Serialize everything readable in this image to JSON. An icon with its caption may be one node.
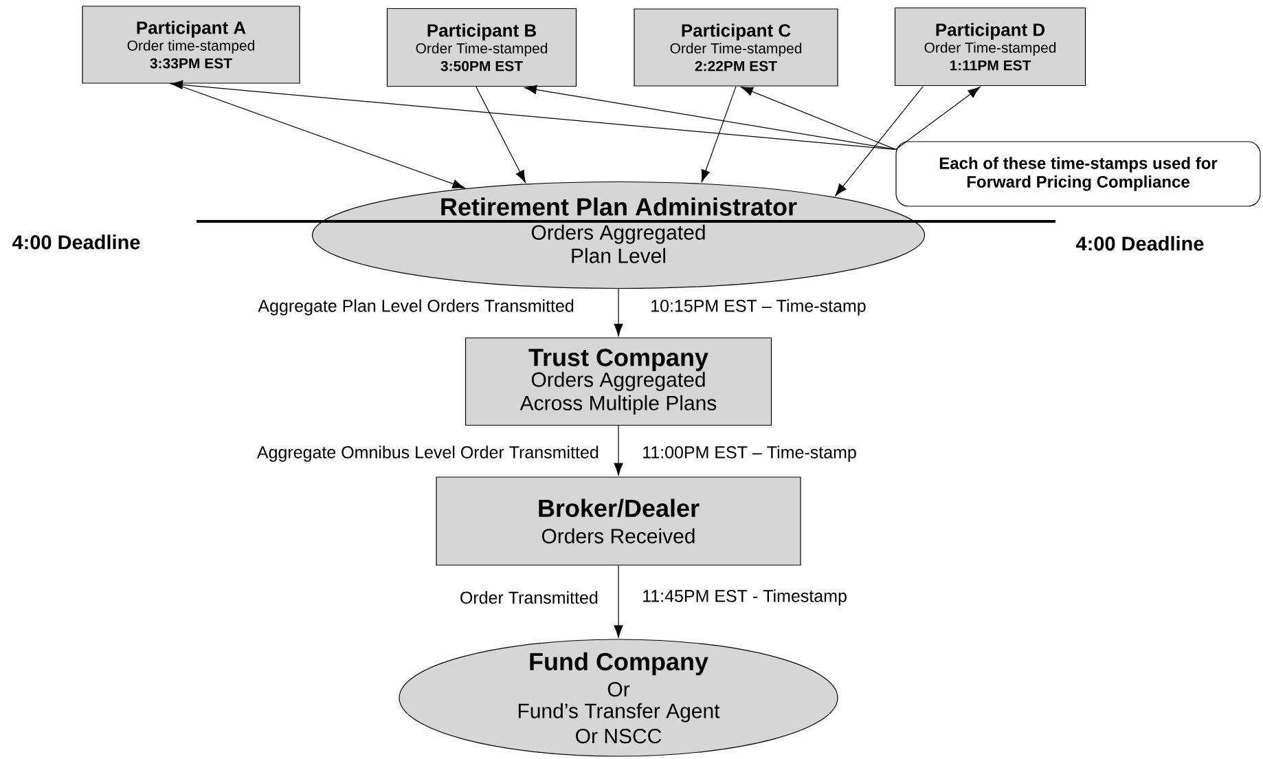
{
  "diagram": {
    "nodes": [
      {
        "text": [
          "Participant A",
          "Order time-stamped",
          "3:33PM EST"
        ]
      },
      {
        "text": [
          "Participant B",
          "Order Time-stamped",
          "3:50PM EST"
        ]
      },
      {
        "text": [
          "Participant C",
          "Order Time-stamped",
          "2:22PM EST"
        ]
      },
      {
        "text": [
          "Participant D",
          "Order Time-stamped",
          "1:11PM EST"
        ]
      },
      {
        "text": [
          "Each of these time-stamps used for Forward Pricing Compliance"
        ]
      },
      {
        "text": [
          "Retirement Plan Administrator",
          "Orders Aggregated Plan Level"
        ]
      },
      {
        "text": [
          "Trust Company",
          "Orders Aggregated Across Multiple Plans"
        ]
      },
      {
        "text": [
          "Broker/Dealer",
          "Orders Received"
        ]
      },
      {
        "text": [
          "Fund Company",
          "Or",
          "Fund’s Transfer Agent",
          "Or NSCC"
        ]
      }
    ],
    "edges": [
      {
        "from": 0,
        "to": 5,
        "arrow": "to"
      },
      {
        "from": 1,
        "to": 5,
        "arrow": "to"
      },
      {
        "from": 2,
        "to": 5,
        "arrow": "to"
      },
      {
        "from": 3,
        "to": 5,
        "arrow": "to"
      },
      {
        "from": 4,
        "to": 0,
        "arrow": "to"
      },
      {
        "from": 4,
        "to": 1,
        "arrow": "to"
      },
      {
        "from": 4,
        "to": 2,
        "arrow": "to"
      },
      {
        "from": 4,
        "to": 3,
        "arrow": "to"
      },
      {
        "from": 5,
        "to": 6,
        "arrow": "to",
        "label": "Aggregate Plan Level Orders Transmitted"
      },
      {
        "from": 6,
        "to": 7,
        "arrow": "to",
        "label": "Aggregate Omnibus Level Order Transmitted"
      },
      {
        "from": 7,
        "to": 8,
        "arrow": "to",
        "label": "Order Transmitted"
      }
    ],
    "labels": [
      "4:00 Deadline",
      "4:00 Deadline",
      "10:15PM EST – Time-stamp",
      "11:00PM EST – Time-stamp",
      "11:45PM EST - Timestamp"
    ]
  }
}
